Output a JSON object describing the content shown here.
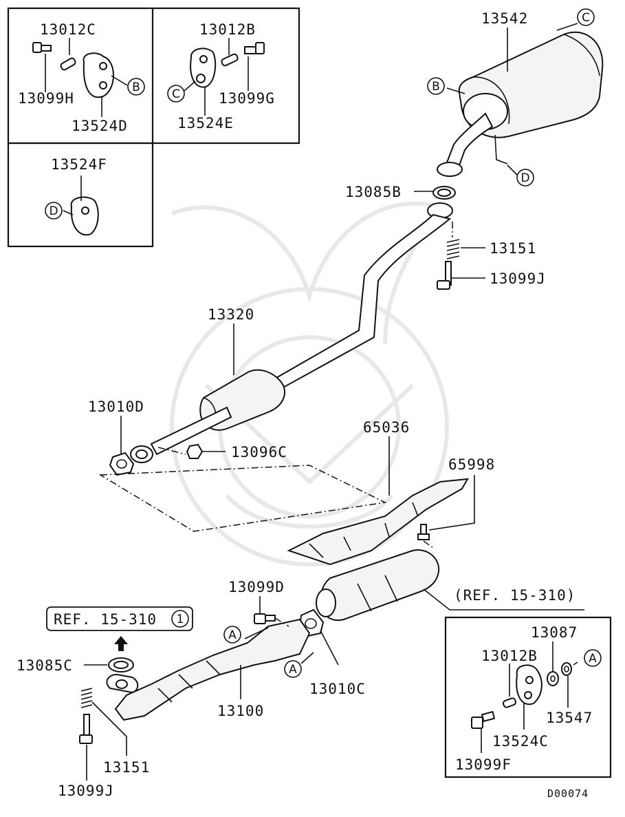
{
  "diagram": {
    "id": "D00074",
    "ref_top": "REF. 15-310",
    "ref_top_circle": "1",
    "ref_right": "(REF. 15-310)"
  },
  "callouts": {
    "a": "A",
    "b": "B",
    "c": "C",
    "d": "D"
  },
  "parts": {
    "p13012C": "13012C",
    "p13012B": "13012B",
    "p13099H": "13099H",
    "p13099G": "13099G",
    "p13524D": "13524D",
    "p13524E": "13524E",
    "p13524F": "13524F",
    "p13542": "13542",
    "p13085B": "13085B",
    "p13151": "13151",
    "p13099J": "13099J",
    "p13320": "13320",
    "p13010D": "13010D",
    "p13096C": "13096C",
    "p65036": "65036",
    "p65998": "65998",
    "p13099D": "13099D",
    "p13085C": "13085C",
    "p13100": "13100",
    "p13010C": "13010C",
    "p13087": "13087",
    "p13547": "13547",
    "p13524C": "13524C",
    "p13099F": "13099F"
  }
}
